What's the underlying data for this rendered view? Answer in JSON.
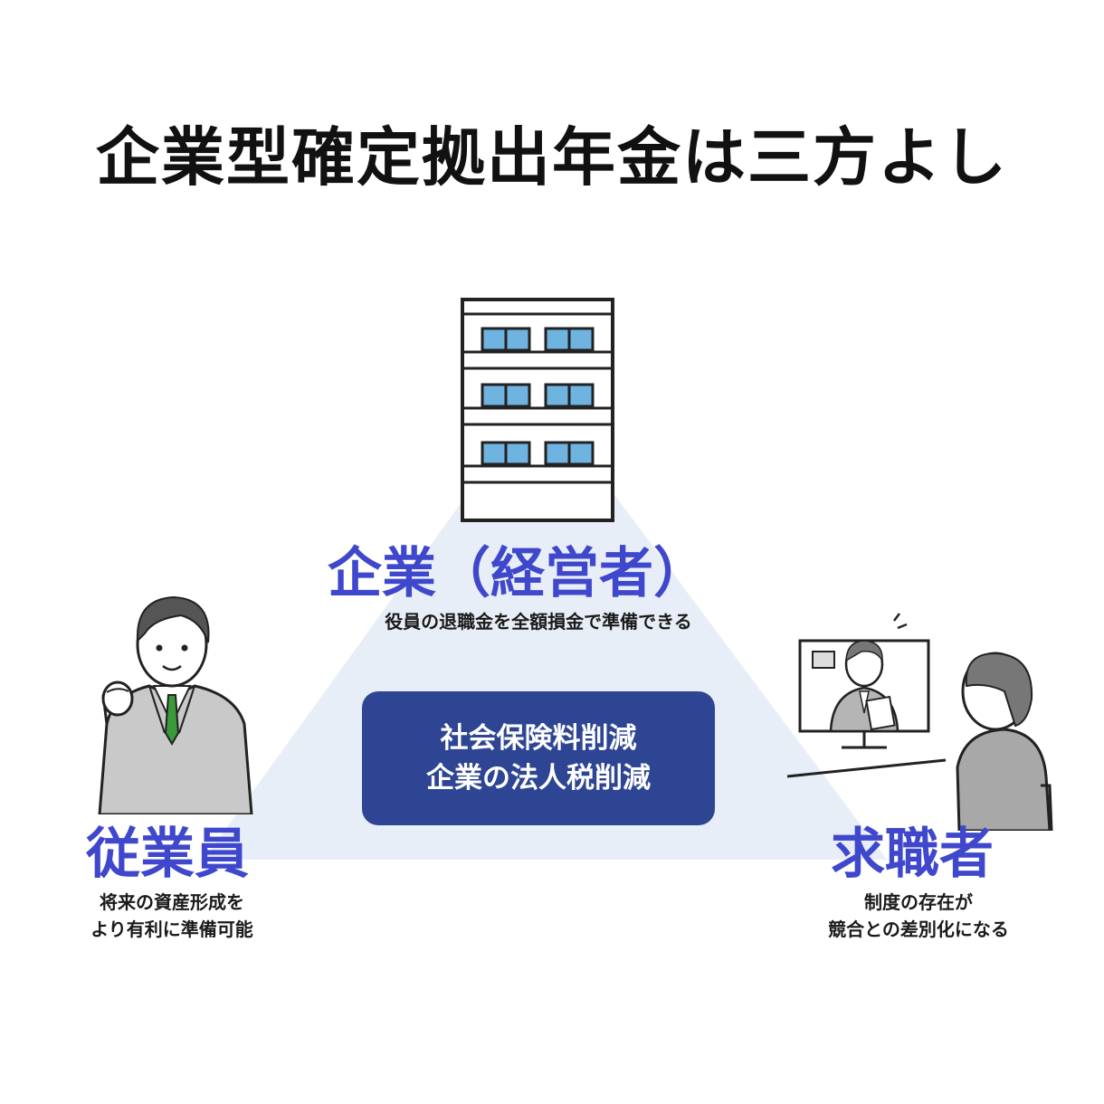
{
  "title": "企業型確定拠出年金は三方よし",
  "company": {
    "label": "企業（経営者）",
    "description": "役員の退職金を全額損金で準備できる"
  },
  "center": {
    "line1": "社会保険料削減",
    "line2": "企業の法人税削減"
  },
  "employee": {
    "label": "従業員",
    "description_line1": "将来の資産形成を",
    "description_line2": "より有利に準備可能"
  },
  "job_seeker": {
    "label": "求職者",
    "description_line1": "制度の存在が",
    "description_line2": "競合との差別化になる"
  },
  "colors": {
    "accent": "#3f48cc",
    "center_box": "#2e4594",
    "triangle": "#e8eef7",
    "window": "#6fb3e0"
  }
}
